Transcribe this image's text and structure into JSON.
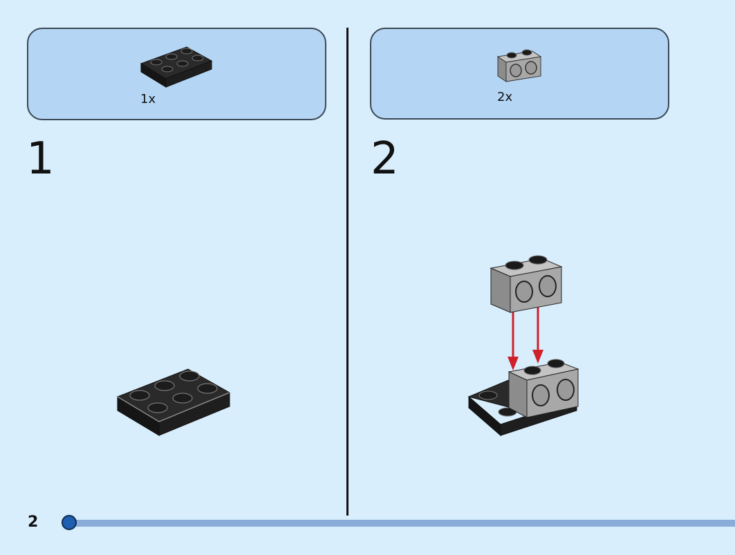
{
  "page": {
    "number": "2"
  },
  "progress": {
    "fraction": 0.0
  },
  "steps": [
    {
      "number": "1",
      "parts": [
        {
          "qty": "1x",
          "part_icon": "black-2x3-plate-icon"
        }
      ]
    },
    {
      "number": "2",
      "parts": [
        {
          "qty": "2x",
          "part_icon": "gray-1x2-technic-brick-icon"
        }
      ]
    }
  ],
  "colors": {
    "page_bg": "#d8eefc",
    "parts_box_bg": "#b4d6f4",
    "black_part": "#1a1a1a",
    "gray_part": "#a8a8a8",
    "arrow": "#d0202a",
    "progress_track": "#8aacd8",
    "progress_dot": "#1f5fb0"
  }
}
